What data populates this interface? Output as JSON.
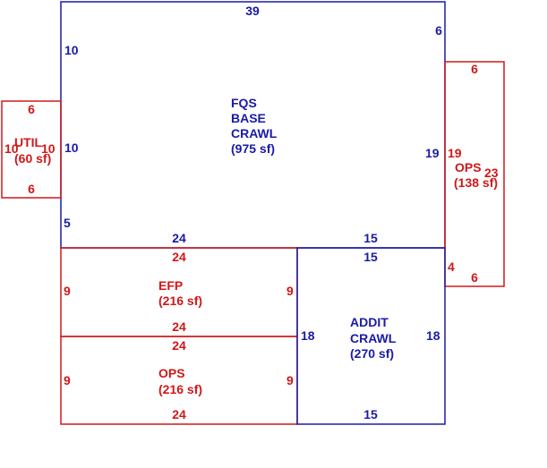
{
  "colors": {
    "blue": "#1a1aa8",
    "red": "#d01818"
  },
  "rooms": {
    "fqs": {
      "name_lines": [
        "FQS",
        "BASE",
        "CRAWL",
        "(975 sf)"
      ],
      "dims": {
        "top": "39",
        "right_top": "6",
        "left_upper": "10",
        "left_mid": "10",
        "left_lower": "5",
        "bottom_left": "24",
        "bottom_right": "15",
        "right_mid": "19"
      }
    },
    "util": {
      "name_lines": [
        "UTIL",
        "(60 sf)"
      ],
      "dims": {
        "top": "6",
        "bottom": "6",
        "left": "10",
        "right": "10"
      }
    },
    "ops_right": {
      "name_lines": [
        "OPS",
        "(138 sf)"
      ],
      "dims": {
        "top": "6",
        "left": "19",
        "right": "23",
        "bottom_left": "4",
        "bottom": "6"
      }
    },
    "efp": {
      "name_lines": [
        "EFP",
        "(216 sf)"
      ],
      "dims": {
        "top": "24",
        "left": "9",
        "right": "9",
        "bottom": "24"
      }
    },
    "ops_bottom": {
      "name_lines": [
        "OPS",
        "(216 sf)"
      ],
      "dims": {
        "top": "24",
        "left": "9",
        "right": "9",
        "bottom": "24"
      }
    },
    "addit": {
      "name_lines": [
        "ADDIT",
        "CRAWL",
        "(270 sf)"
      ],
      "dims": {
        "top": "15",
        "left": "18",
        "right": "18",
        "bottom": "15"
      }
    }
  }
}
